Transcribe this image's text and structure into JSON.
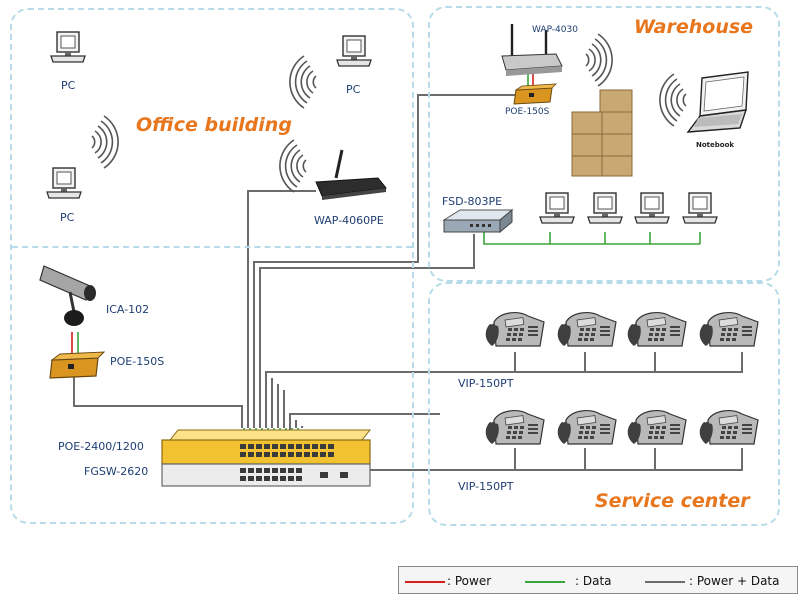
{
  "zones": {
    "office": "Office building",
    "warehouse": "Warehouse",
    "service": "Service center"
  },
  "devices": {
    "pc_top_left": "PC",
    "pc_top_right": "PC",
    "pc_mid_left": "PC",
    "wap_office": "WAP-4060PE",
    "wap_warehouse": "WAP-4030",
    "poe_warehouse": "POE-150S",
    "notebook": "Notebook",
    "fsd": "FSD-803PE",
    "camera": "ICA-102",
    "poe_office": "POE-150S",
    "switch_top": "POE-2400/1200",
    "switch_bottom": "FGSW-2620",
    "phones_top": "VIP-150PT",
    "phones_bottom": "VIP-150PT"
  },
  "legend": {
    "power": ": Power",
    "data": ": Data",
    "power_data": ": Power + Data"
  },
  "colors": {
    "power": "#d42020",
    "data": "#3aa53a",
    "power_data": "#6b6b6b",
    "zone_border": "#b7dbe8",
    "zone_title": "#e8761d",
    "poe_device": "#d99520",
    "switch": "#f2c230"
  },
  "icons": [
    "pc-icon",
    "wireless-signal-icon",
    "access-point-icon",
    "poe-injector-icon",
    "storage-boxes-icon",
    "notebook-icon",
    "desktop-switch-icon",
    "ip-camera-icon",
    "ip-phone-icon",
    "poe-switch-icon"
  ]
}
